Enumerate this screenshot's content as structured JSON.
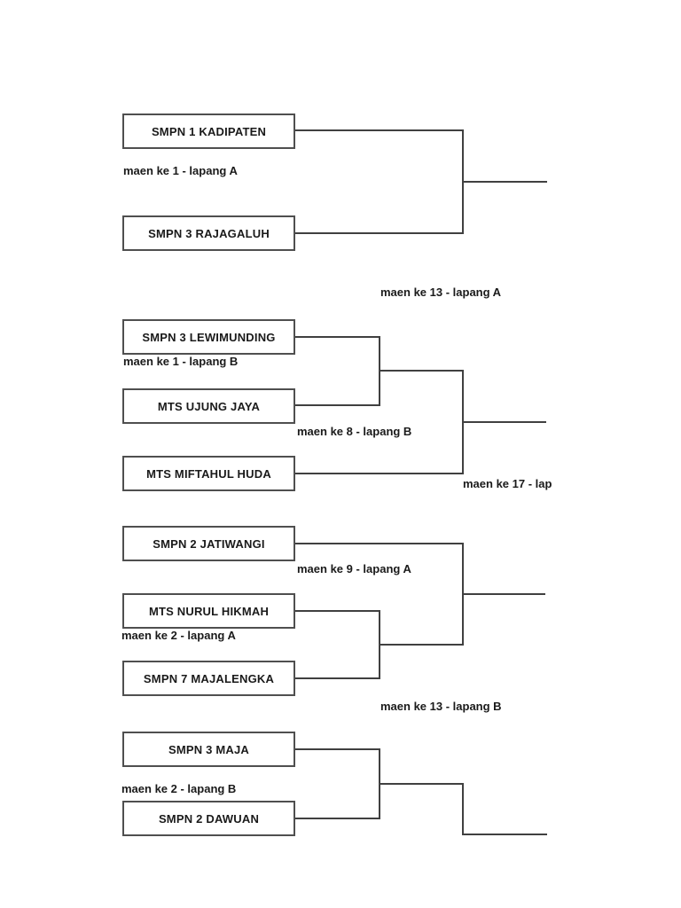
{
  "page": {
    "type": "tournament-bracket-document",
    "colors": {
      "background": "#ffffff",
      "line": "#404040",
      "box_border": "#4f4f4f",
      "text": "#1a1a1a"
    }
  },
  "bracket": {
    "teams": [
      {
        "name": "SMPN 1 KADIPATEN"
      },
      {
        "name": "SMPN 3 RAJAGALUH"
      },
      {
        "name": "SMPN 3 LEWIMUNDING"
      },
      {
        "name": "MTS UJUNG JAYA"
      },
      {
        "name": "MTS MIFTAHUL HUDA"
      },
      {
        "name": "SMPN 2 JATIWANGI"
      },
      {
        "name": "MTS NURUL HIKMAH"
      },
      {
        "name": "SMPN 7 MAJALENGKA"
      },
      {
        "name": "SMPN 3 MAJA"
      },
      {
        "name": "SMPN 2 DAWUAN"
      }
    ],
    "match_labels": [
      {
        "text": "maen ke 1 - lapang A"
      },
      {
        "text": "maen ke 13 - lapang A"
      },
      {
        "text": "maen ke 1 - lapang B"
      },
      {
        "text": "maen ke 8 - lapang B"
      },
      {
        "text": "maen ke 17 - lap"
      },
      {
        "text": "maen ke 9 - lapang A"
      },
      {
        "text": "maen ke 2 - lapang A"
      },
      {
        "text": "maen ke 13 - lapang B"
      },
      {
        "text": "maen ke 2 - lapang B"
      }
    ]
  }
}
